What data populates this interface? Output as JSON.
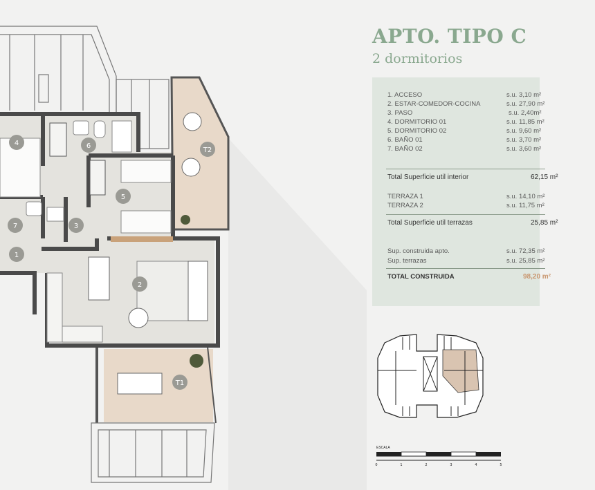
{
  "header": {
    "title": "APTO. TIPO C",
    "subtitle": "2 dormitorios"
  },
  "rooms": [
    {
      "label": "1. ACCESO",
      "value": "s.u. 3,10 m²"
    },
    {
      "label": "2. ESTAR-COMEDOR-COCINA",
      "value": "s.u. 27,90 m²"
    },
    {
      "label": "3. PASO",
      "value": "s.u. 2,40m²"
    },
    {
      "label": "4. DORMITORIO 01",
      "value": "s.u. 11,85 m²"
    },
    {
      "label": "5. DORMITORIO 02",
      "value": "s.u. 9,60 m²"
    },
    {
      "label": "6. BAÑO 01",
      "value": "s.u. 3,70 m²"
    },
    {
      "label": "7. BAÑO 02",
      "value": "s.u. 3,60 m²"
    }
  ],
  "interior_total": {
    "label": "Total Superficie util interior",
    "value": "62,15 m²"
  },
  "terraces": [
    {
      "label": "TERRAZA 1",
      "value": "s.u. 14,10 m²"
    },
    {
      "label": "TERRAZA 2",
      "value": "s.u. 11,75 m²"
    }
  ],
  "terrace_total": {
    "label": "Total Superficie util terrazas",
    "value": "25,85 m²"
  },
  "built": [
    {
      "label": "Sup. construida apto.",
      "value": "s.u. 72,35 m²"
    },
    {
      "label": "Sup. terrazas",
      "value": "s.u. 25,85 m²"
    }
  ],
  "grand_total": {
    "label": "TOTAL CONSTRUIDA",
    "value": "98,20 m²"
  },
  "plan_badges": [
    "1",
    "2",
    "3",
    "4",
    "5",
    "6",
    "7",
    "T1",
    "T2"
  ],
  "scale": {
    "label": "ESCALA",
    "ticks": [
      "0",
      "1",
      "2",
      "3",
      "4",
      "5"
    ]
  },
  "colors": {
    "accent_green": "#8aa88f",
    "panel": "#dfe6df",
    "terrace": "#e8d9c9",
    "badge": "#9a9a94",
    "total_accent": "#c9966f"
  }
}
